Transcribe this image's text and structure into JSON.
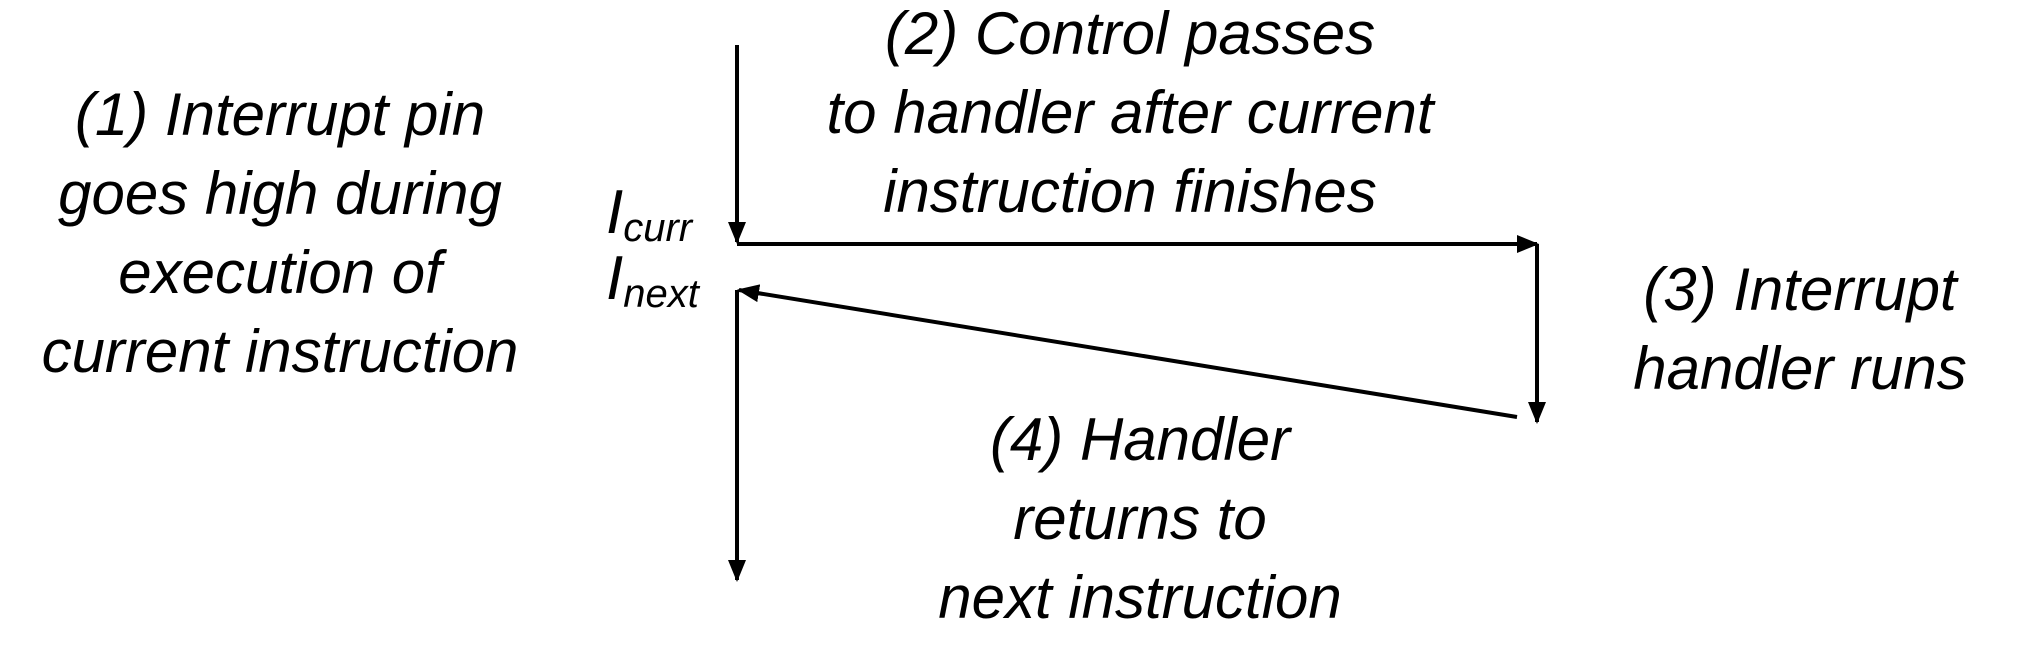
{
  "steps": {
    "step1": {
      "lines": [
        "(1) Interrupt pin",
        "goes high during",
        "execution of",
        "current instruction"
      ]
    },
    "step2": {
      "lines": [
        "(2) Control passes",
        "to handler after current",
        "instruction finishes"
      ]
    },
    "step3": {
      "lines": [
        "(3) Interrupt",
        "handler runs"
      ]
    },
    "step4": {
      "lines": [
        "(4) Handler",
        "returns to",
        "next instruction"
      ]
    }
  },
  "instructions": {
    "current": {
      "base": "I",
      "subscript": "curr"
    },
    "next": {
      "base": "I",
      "subscript": "next"
    }
  },
  "colors": {
    "ink": "#000000",
    "background": "#ffffff"
  }
}
